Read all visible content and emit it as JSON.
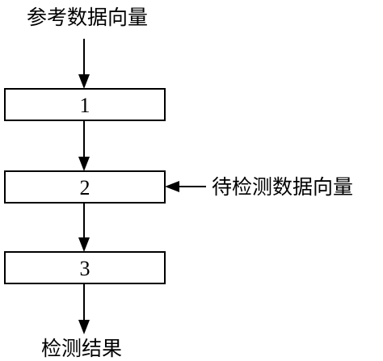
{
  "diagram": {
    "input_top_label": "参考数据向量",
    "input_side_label": "待检测数据向量",
    "output_label": "检测结果",
    "boxes": [
      {
        "label": "1"
      },
      {
        "label": "2"
      },
      {
        "label": "3"
      }
    ]
  }
}
